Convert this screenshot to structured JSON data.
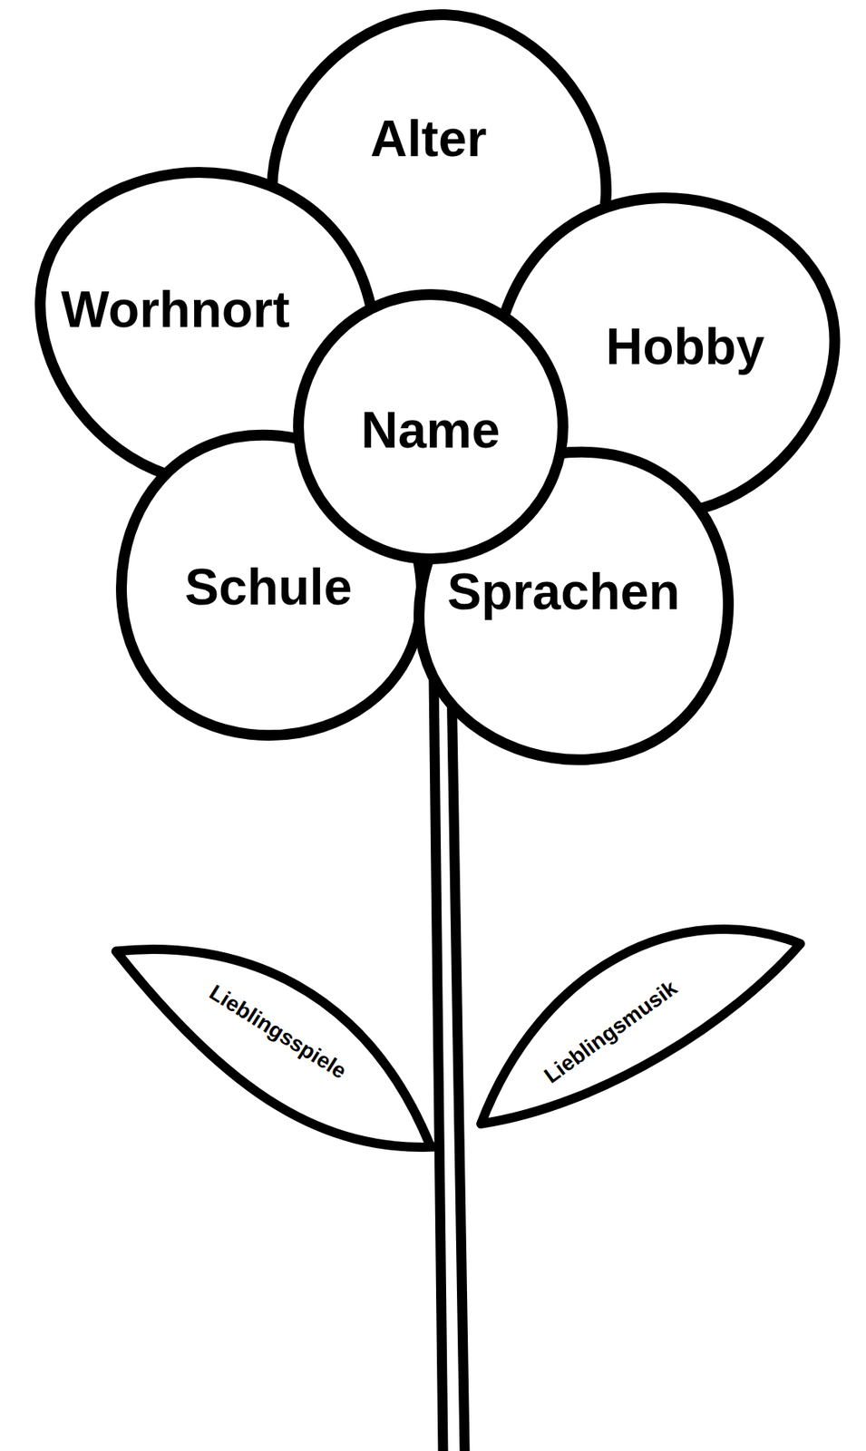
{
  "diagram": {
    "nodes": [
      {
        "text": [
          "Alter"
        ]
      },
      {
        "text": [
          "Worhnort"
        ]
      },
      {
        "text": [
          "Hobby"
        ]
      },
      {
        "text": [
          "Name"
        ]
      },
      {
        "text": [
          "Schule"
        ]
      },
      {
        "text": [
          "Sprachen"
        ]
      },
      {
        "text": [
          "Lieblingsspiele"
        ]
      },
      {
        "text": [
          "Lieblingsmusik"
        ]
      }
    ]
  }
}
